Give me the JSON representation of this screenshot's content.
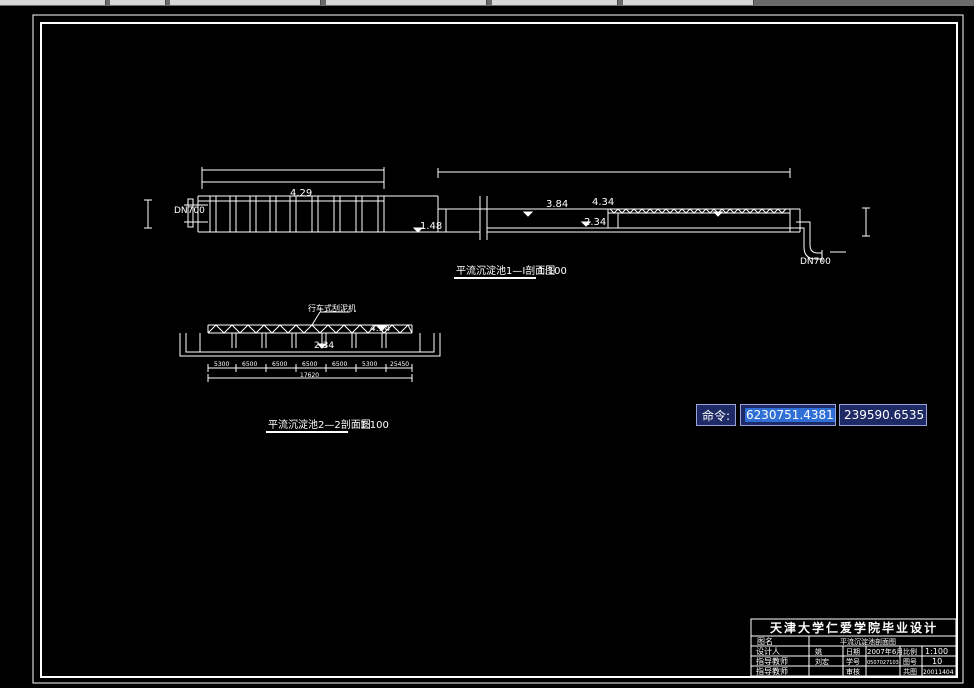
{
  "window": {
    "background": "#000000",
    "line_color": "#ffffff"
  },
  "drawing": {
    "section1": {
      "dims": [
        "4.29",
        "3.84",
        "4.34",
        "2.34",
        "1.48"
      ],
      "pipe_in": "DN700",
      "pipe_out": "DN700",
      "title": "平流沉淀池1—I剖面图",
      "scale": "1:100"
    },
    "section2": {
      "machine_label": "行车式刮泥机",
      "level_top": "4.34",
      "level_bottom": "2.34",
      "spans": [
        "5300",
        "6500",
        "6500",
        "6500",
        "6500",
        "5300",
        "25450"
      ],
      "total": "17620",
      "title": "平流沉淀池2—2剖面图",
      "scale": "1:100"
    },
    "title_block": {
      "header": "天津大学仁爱学院毕业设计",
      "row1": [
        "图名",
        "平流沉淀池剖面图"
      ],
      "row2": [
        "设计人",
        "姚",
        "日期",
        "2007年6月",
        "比例",
        "1:100"
      ],
      "row3": [
        "指导教师",
        "刘宏",
        "学号",
        "0507027103",
        "图号",
        "10"
      ],
      "row4": [
        "指导教师",
        "",
        "审核",
        "",
        "共图",
        "20011404"
      ]
    }
  },
  "command": {
    "label": "命令:",
    "x": "6230751.4381",
    "y": "239590.6535"
  }
}
